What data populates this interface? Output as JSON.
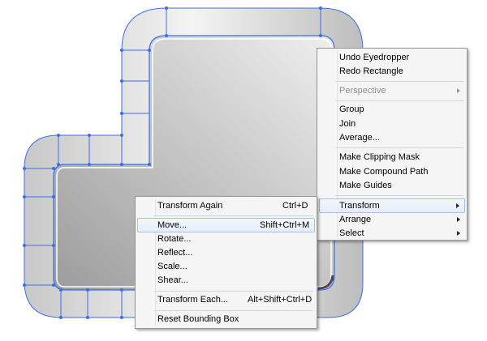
{
  "context_menu": {
    "items": [
      {
        "label": "Undo Eyedropper"
      },
      {
        "label": "Redo Rectangle"
      },
      {
        "label": "Perspective"
      },
      {
        "label": "Group"
      },
      {
        "label": "Join"
      },
      {
        "label": "Average..."
      },
      {
        "label": "Make Clipping Mask"
      },
      {
        "label": "Make Compound Path"
      },
      {
        "label": "Make Guides"
      },
      {
        "label": "Transform"
      },
      {
        "label": "Arrange"
      },
      {
        "label": "Select"
      }
    ]
  },
  "transform_submenu": {
    "items": [
      {
        "label": "Transform Again",
        "shortcut": "Ctrl+D"
      },
      {
        "label": "Move...",
        "shortcut": "Shift+Ctrl+M"
      },
      {
        "label": "Rotate..."
      },
      {
        "label": "Reflect..."
      },
      {
        "label": "Scale..."
      },
      {
        "label": "Shear..."
      },
      {
        "label": "Transform Each...",
        "shortcut": "Alt+Shift+Ctrl+D"
      },
      {
        "label": "Reset Bounding Box"
      }
    ]
  },
  "colors": {
    "selection": "#3b6ee6",
    "menu_bg": "#f5f5f5",
    "hover_bg": "#e8f0fb",
    "hover_border": "#a9c3e5"
  }
}
